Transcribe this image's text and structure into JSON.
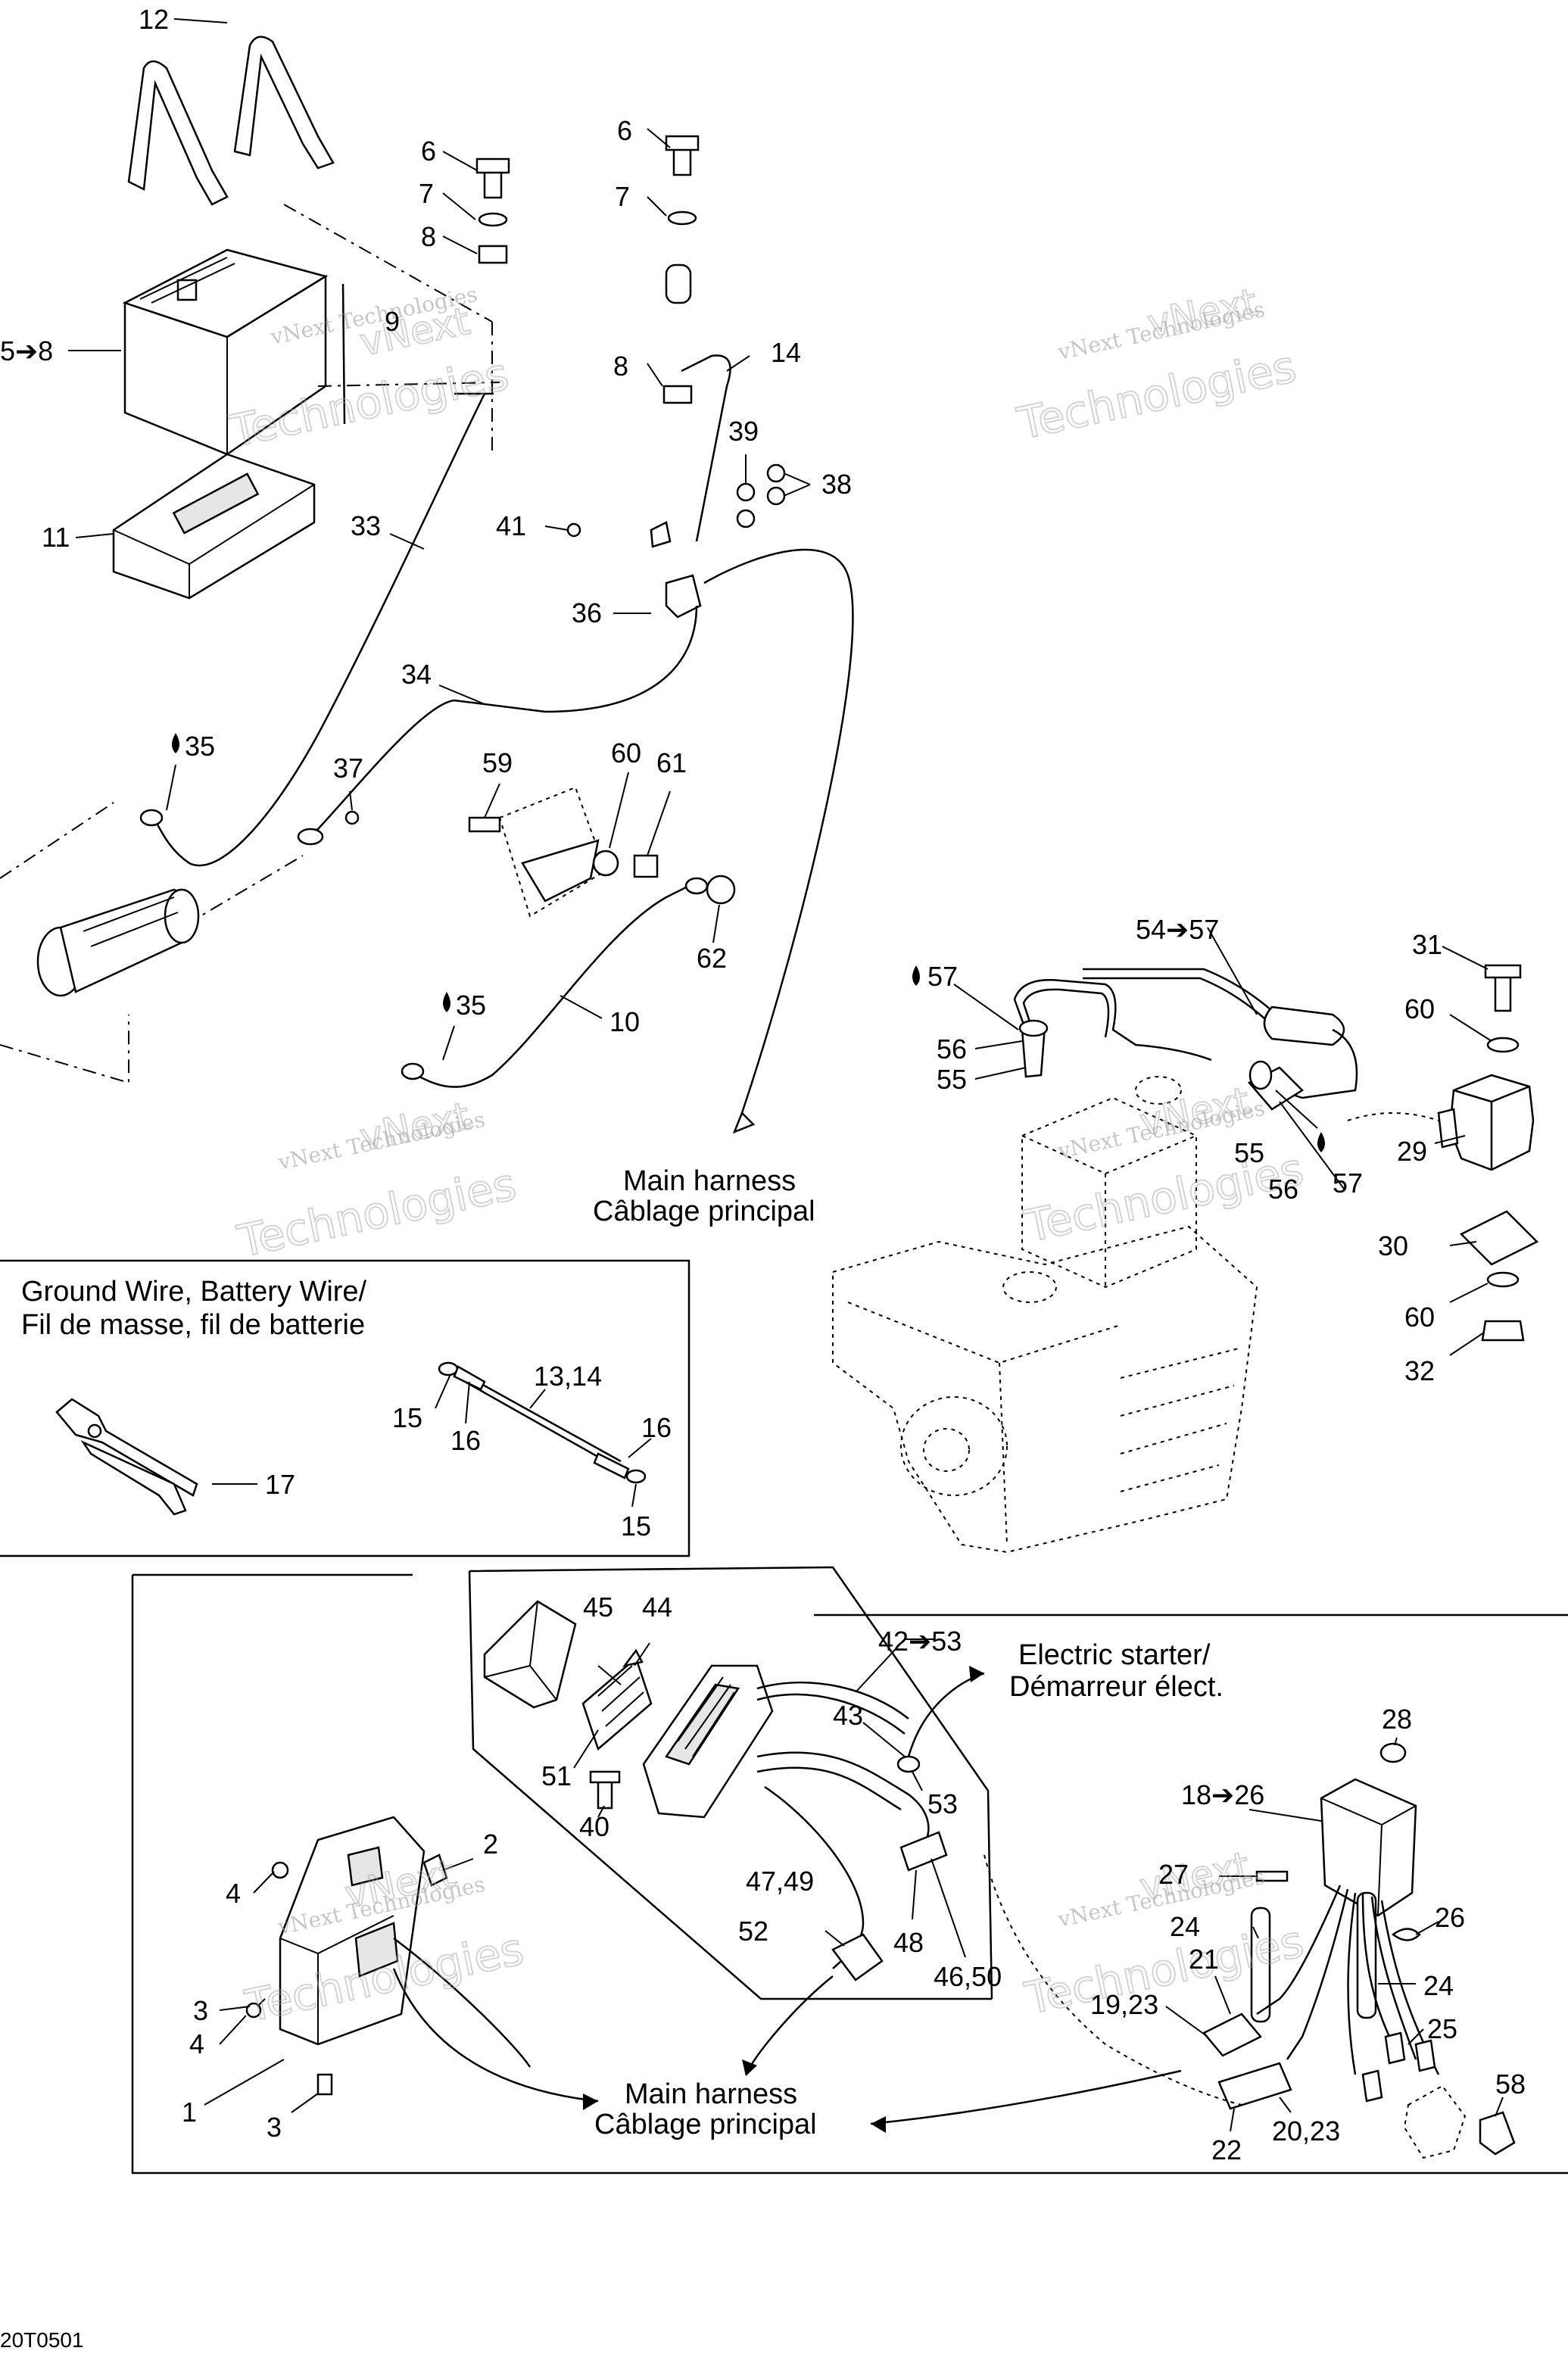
{
  "labels": {
    "l12": "12",
    "l6a": "6",
    "l7a": "7",
    "l8a": "8",
    "l6b": "6",
    "l7b": "7",
    "l5_8": "5➔8",
    "l9": "9",
    "l8b": "8",
    "l14": "14",
    "l39": "39",
    "l38": "38",
    "l11": "11",
    "l33": "33",
    "l41": "41",
    "l36": "36",
    "l34": "34",
    "l35a": "35",
    "l37": "37",
    "l59": "59",
    "l60a": "60",
    "l61": "61",
    "l62": "62",
    "l35b": "35",
    "l10": "10",
    "l54_57": "54➔57",
    "l57a": "57",
    "l31": "31",
    "l56a": "56",
    "l55a": "55",
    "l60b": "60",
    "l55b": "55",
    "l29": "29",
    "l56b": "56",
    "l57b": "57",
    "l30": "30",
    "l60c": "60",
    "l32": "32",
    "l13_14": "13,14",
    "l15a": "15",
    "l16a": "16",
    "l16b": "16",
    "l15b": "15",
    "l17": "17",
    "l45": "45",
    "l44": "44",
    "l42_53": "42➔53",
    "l43": "43",
    "l51": "51",
    "l53": "53",
    "l40": "40",
    "l2": "2",
    "l4a": "4",
    "l47_49": "47,49",
    "l52": "52",
    "l48": "48",
    "l46_50": "46,50",
    "l3a": "3",
    "l4b": "4",
    "l1": "1",
    "l3b": "3",
    "l28": "28",
    "l18_26": "18➔26",
    "l27": "27",
    "l24a": "24",
    "l26": "26",
    "l21": "21",
    "l24b": "24",
    "l19_23": "19,23",
    "l25": "25",
    "l58": "58",
    "l20_23": "20,23",
    "l22": "22"
  },
  "captions": {
    "main_harness_top_1": "Main harness",
    "main_harness_top_2": "Câblage principal",
    "ground_wire_1": "Ground Wire, Battery Wire/",
    "ground_wire_2": "Fil de masse, fil de batterie",
    "electric_starter_1": "Electric starter/",
    "electric_starter_2": "Démarreur élect.",
    "main_harness_bottom_1": "Main harness",
    "main_harness_bottom_2": "Câblage principal"
  },
  "watermarks": {
    "company": "vNext Technologies",
    "line1": "vNext",
    "line2": "Technologies"
  },
  "drawing_code": "20T0501",
  "colors": {
    "ink": "#000000",
    "watermark": "#9a9a9a",
    "background": "#ffffff"
  }
}
